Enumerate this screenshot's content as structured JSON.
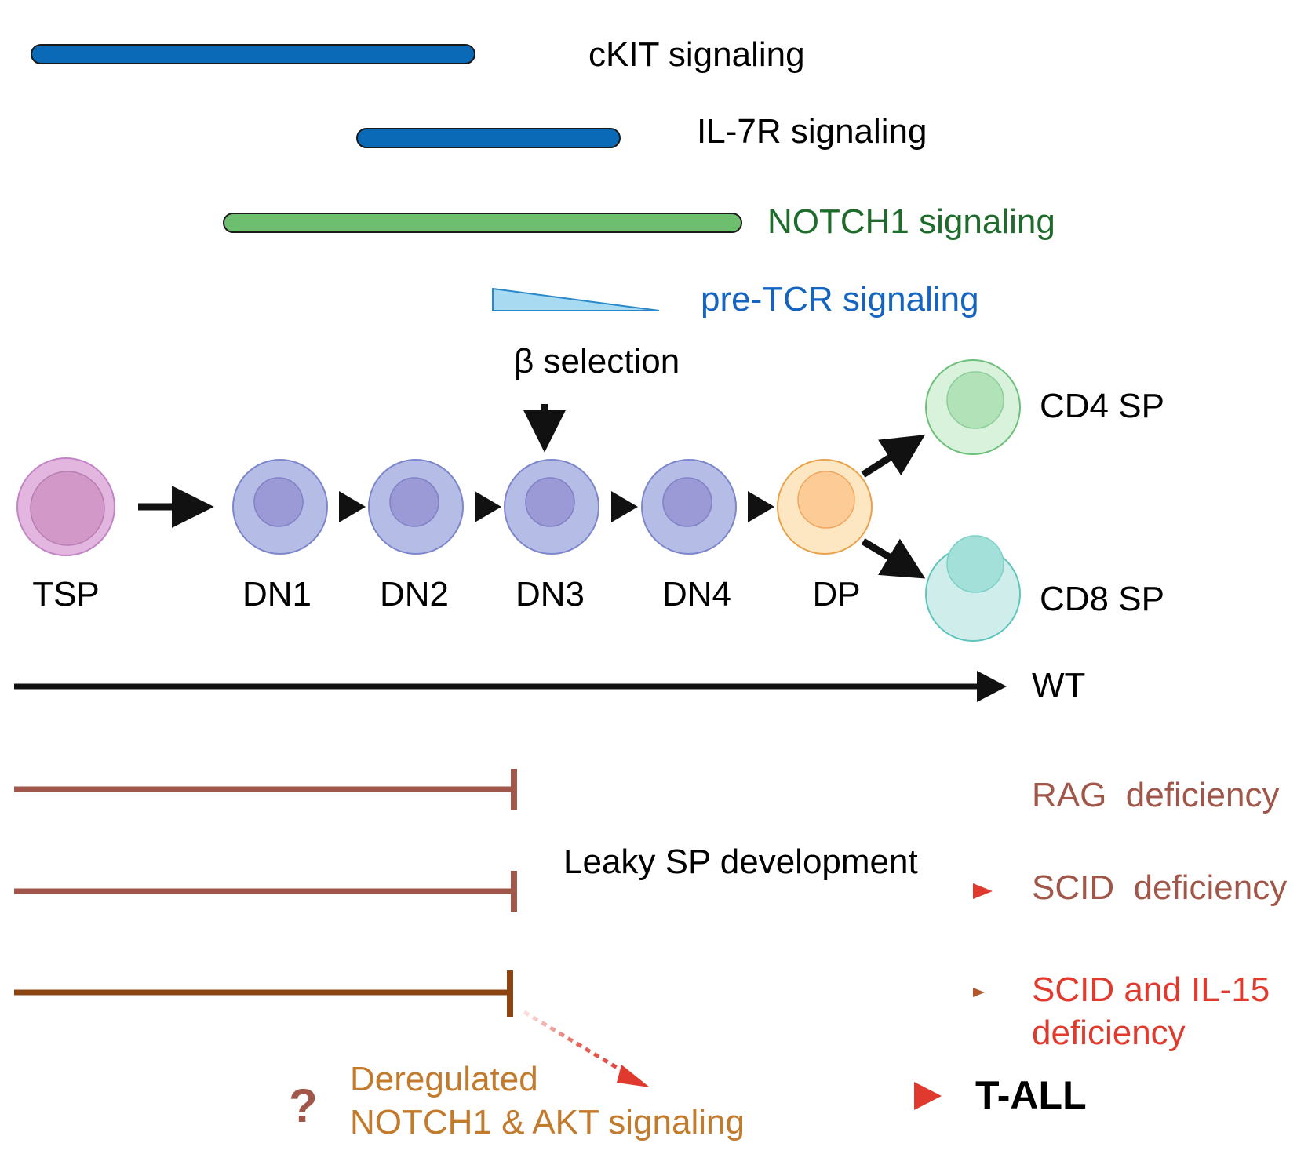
{
  "signaling_bars": [
    {
      "label": "cKIT signaling",
      "color": "#0a6ab8",
      "label_color": "#000000"
    },
    {
      "label": "IL-7R signaling",
      "color": "#0a6ab8",
      "label_color": "#000000"
    },
    {
      "label": "NOTCH1 signaling",
      "color": "#6dbf6f",
      "label_color": "#1f6b2b"
    },
    {
      "label": "pre-TCR signaling",
      "color": "#a8daf2",
      "label_color": "#1565c0"
    }
  ],
  "beta_selection": "β selection",
  "stages": [
    "TSP",
    "DN1",
    "DN2",
    "DN3",
    "DN4",
    "DP"
  ],
  "outcomes": [
    "CD4 SP",
    "CD8 SP"
  ],
  "wt_label": "WT",
  "deficiencies": {
    "rag": "RAG  deficiency",
    "leaky": "Leaky SP development",
    "scid": "SCID  deficiency",
    "scid_il15_line1": "SCID and IL-15",
    "scid_il15_line2": "deficiency",
    "question_mark": "?",
    "dereg_line1": "Deregulated",
    "dereg_line2": "NOTCH1 & AKT signaling",
    "tall": "T-ALL"
  },
  "colors": {
    "brown": "#a0574a",
    "dark_brown": "#8b4513",
    "red": "#e03a2f",
    "orange": "#c27a2c",
    "cell_blue": "#b5bde6",
    "cell_blue_nucleus": "#9c9ad6",
    "tsp": "#e3b6e0",
    "tsp_nucleus": "#d198c8",
    "dp": "#fde7c2",
    "dp_nucleus": "#fdcb95",
    "cd4": "#d9f2dc",
    "cd4_nucleus": "#b2e2b8",
    "cd8": "#cfeeeb",
    "cd8_nucleus": "#a3e0da"
  }
}
